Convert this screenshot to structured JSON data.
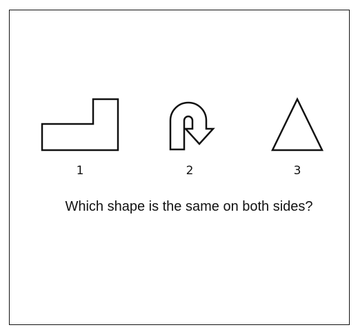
{
  "options": [
    {
      "label": "1",
      "shape": "l-shape-icon"
    },
    {
      "label": "2",
      "shape": "u-turn-arrow-icon"
    },
    {
      "label": "3",
      "shape": "triangle-icon"
    }
  ],
  "question": "Which shape is the same on both sides?"
}
